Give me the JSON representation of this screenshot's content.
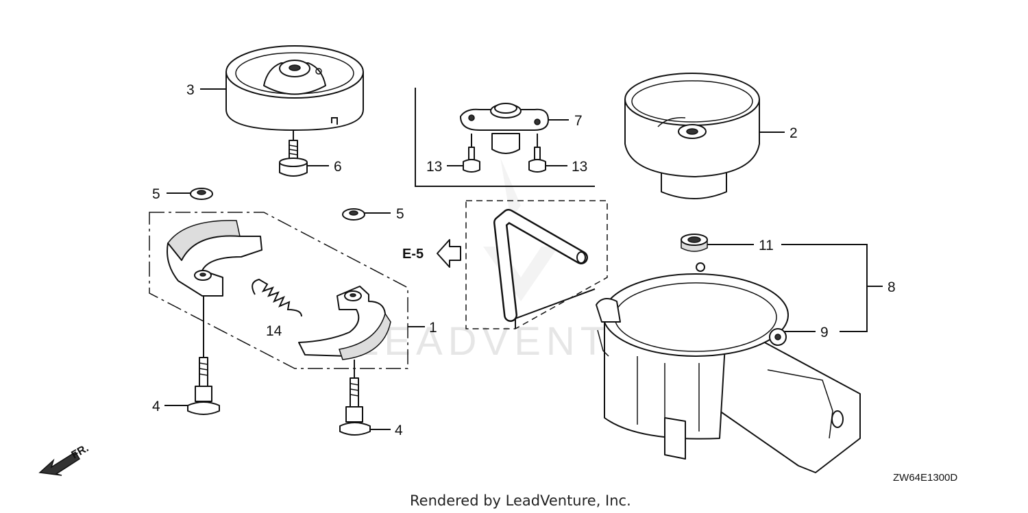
{
  "callouts": {
    "c1": "1",
    "c2": "2",
    "c3": "3",
    "c4a": "4",
    "c4b": "4",
    "c5a": "5",
    "c5b": "5",
    "c6": "6",
    "c7": "7",
    "c8": "8",
    "c9": "9",
    "c11": "11",
    "c13a": "13",
    "c13b": "13",
    "c14": "14"
  },
  "reference": "E-5",
  "direction_label": "FR.",
  "diagram_code": "ZW64E1300D",
  "watermark": "LEADVENTURE",
  "credit": "Rendered by LeadVenture, Inc."
}
